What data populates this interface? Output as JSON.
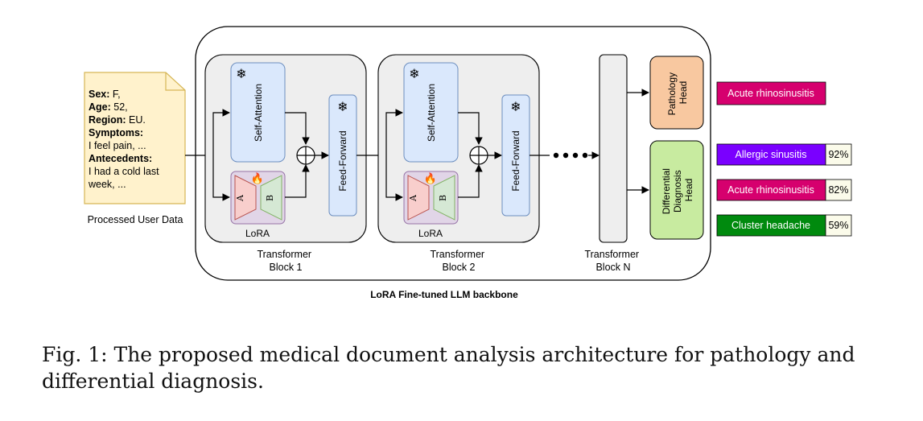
{
  "user_data": {
    "lines": [
      {
        "label": "Sex:",
        "value": " F,"
      },
      {
        "label": "Age:",
        "value": " 52,"
      },
      {
        "label": "Region:",
        "value": " EU."
      },
      {
        "label": "Symptoms:",
        "value": ""
      },
      {
        "label": "",
        "value": "I feel pain, ..."
      },
      {
        "label": "Antecedents:",
        "value": ""
      },
      {
        "label": "",
        "value": "I had a cold last"
      },
      {
        "label": "",
        "value": "week, ..."
      }
    ],
    "caption": "Processed User Data"
  },
  "backbone": {
    "label": "LoRA Fine-tuned LLM backbone"
  },
  "blocks": [
    {
      "self_attention": "Self-Attention",
      "feed_forward": "Feed-Forward",
      "lora": {
        "label": "LoRA",
        "a": "A",
        "b": "B"
      },
      "name_line1": "Transformer",
      "name_line2": "Block 1"
    },
    {
      "self_attention": "Self-Attention",
      "feed_forward": "Feed-Forward",
      "lora": {
        "label": "LoRA",
        "a": "A",
        "b": "B"
      },
      "name_line1": "Transformer",
      "name_line2": "Block 2"
    }
  ],
  "block_n": {
    "name_line1": "Transformer",
    "name_line2": "Block N"
  },
  "heads": {
    "pathology": {
      "line1": "Pathology",
      "line2": "Head",
      "color": "#f8c8a0"
    },
    "differential": {
      "line1": "Differential",
      "line2": "Diagnosis",
      "line3": "Head",
      "color": "#c8eba0"
    }
  },
  "outputs": {
    "pathology": {
      "label": "Acute rhinosinusitis",
      "color": "#d6006e"
    },
    "differential": [
      {
        "label": "Allergic sinusitis",
        "score": "92%",
        "color": "#7a00ff"
      },
      {
        "label": "Acute rhinosinusitis",
        "score": "82%",
        "color": "#d6006e"
      },
      {
        "label": "Cluster headache",
        "score": "59%",
        "color": "#008a0e"
      }
    ]
  },
  "colors": {
    "attention": "#dae8fc",
    "attention_stroke": "#6c8ebf",
    "lora_bg": "#e1d5e7",
    "lora_stroke": "#9673a6",
    "lora_a": "#f8cecc",
    "lora_b": "#d5e8d4",
    "doc": "#fff2cc",
    "doc_stroke": "#d6b656",
    "block_bg": "#eeeeee"
  },
  "caption": "Fig. 1: The proposed medical document analysis architecture for pathology and differential diagnosis."
}
